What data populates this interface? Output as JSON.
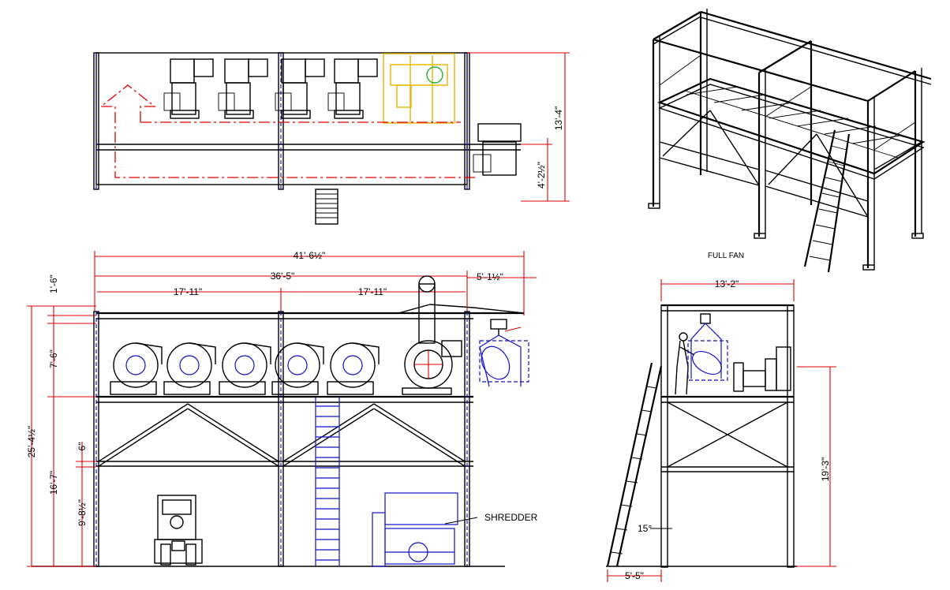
{
  "plan_view": {
    "overall_height": "13'-4\"",
    "offset_dim": "4'-2½\""
  },
  "front_elevation": {
    "overall_width": "41'-6½\"",
    "frame_width": "36'-5\"",
    "bay_left": "17'-11\"",
    "bay_right": "17'-11\"",
    "overhang": "5'-1½\"",
    "roof_dim": "1'-6\"",
    "upper_dim": "7'-6\"",
    "total_height": "25'-4½\"",
    "platform_height": "16'-7\"",
    "brace_gap": "6\"",
    "lower_dim": "9'-8½\"",
    "shredder_label": "SHREDDER"
  },
  "side_elevation": {
    "width": "13'-2\"",
    "height": "19'-3\"",
    "ladder_angle": "15°",
    "ladder_base": "5'-5\""
  },
  "iso_view": {
    "caption": "FULL FAN"
  },
  "colors": {
    "dimension": "#e00000",
    "column_centerline": "#1010c8",
    "highlighted_fan": "#e6b400",
    "linework": "#000000"
  }
}
